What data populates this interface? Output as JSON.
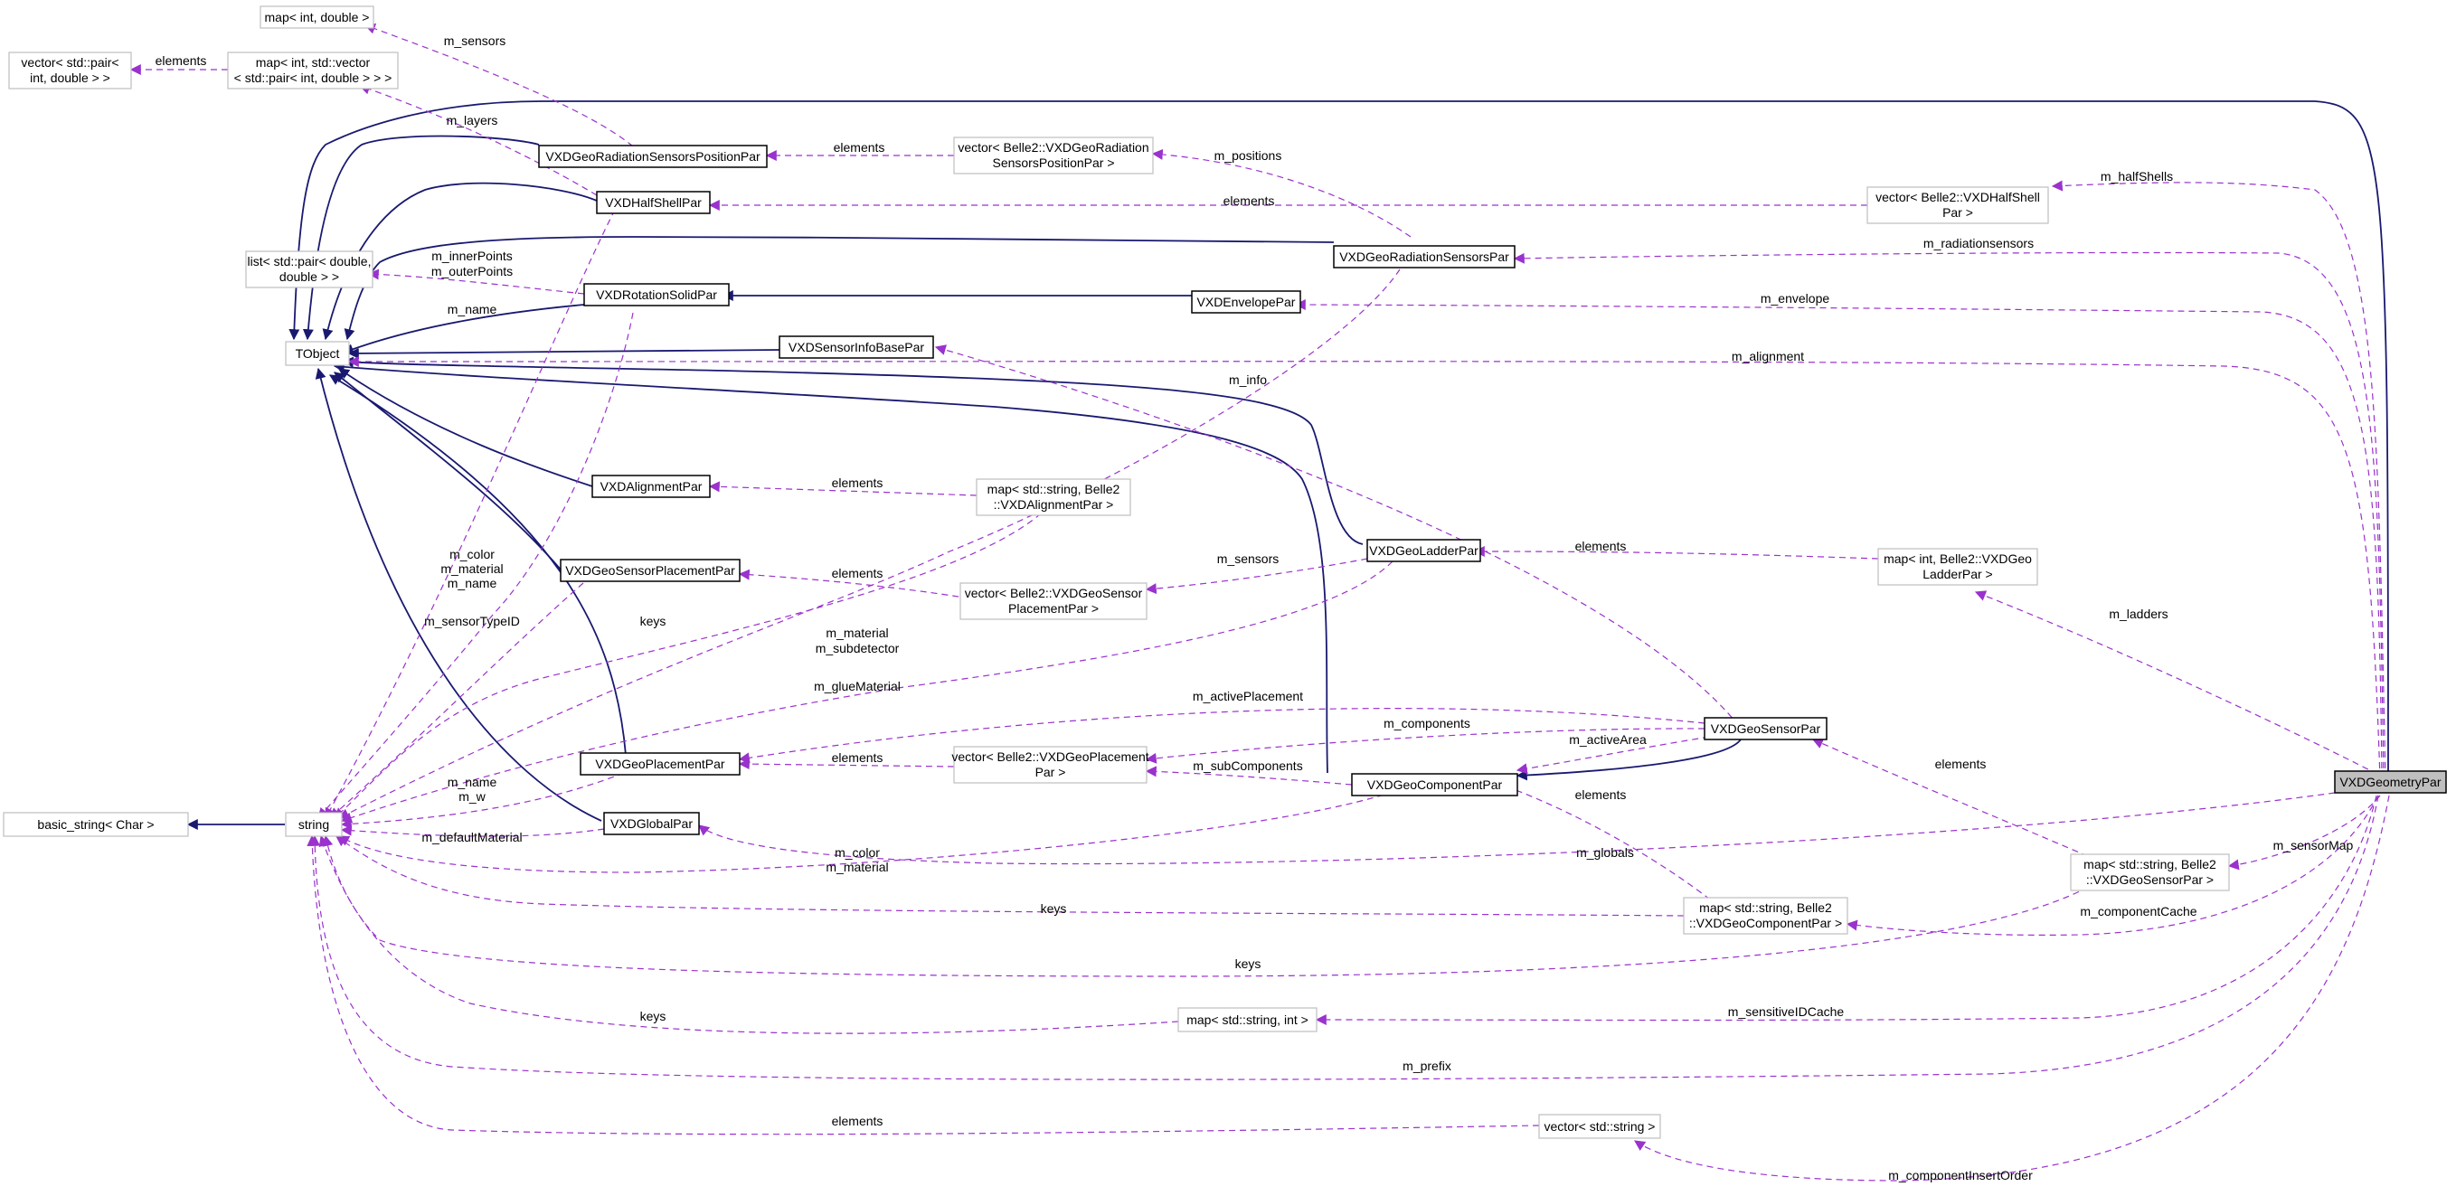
{
  "diagram": {
    "title": "VXDGeometryPar collaboration diagram",
    "colors": {
      "inheritance": "#191970",
      "usage": "#9a32cd",
      "node_border": "#000000",
      "grey_border": "#bfbfbf",
      "selected_fill": "#bfbfbf"
    },
    "nodes": {
      "map_int_double": [
        "map< int, double >"
      ],
      "vec_pair_int_double": [
        "vector< std::pair<",
        "int, double > >"
      ],
      "map_int_vec_pair": [
        "map< int, std::vector",
        "< std::pair< int, double > > >"
      ],
      "rad_sensors_pos_par": [
        "VXDGeoRadiationSensorsPositionPar"
      ],
      "vec_rad_sensors_pos": [
        "vector< Belle2::VXDGeoRadiation",
        "SensorsPositionPar >"
      ],
      "half_shell_par": [
        "VXDHalfShellPar"
      ],
      "vec_half_shell": [
        "vector< Belle2::VXDHalfShell",
        "Par >"
      ],
      "rad_sensors_par": [
        "VXDGeoRadiationSensorsPar"
      ],
      "list_pair_double": [
        "list< std::pair< double,",
        "double > >"
      ],
      "rotation_solid_par": [
        "VXDRotationSolidPar"
      ],
      "envelope_par": [
        "VXDEnvelopePar"
      ],
      "tobject": [
        "TObject"
      ],
      "sensor_info_base_par": [
        "VXDSensorInfoBasePar"
      ],
      "alignment_par": [
        "VXDAlignmentPar"
      ],
      "map_str_alignment": [
        "map< std::string, Belle2",
        "::VXDAlignmentPar >"
      ],
      "sensor_placement_par": [
        "VXDGeoSensorPlacementPar"
      ],
      "ladder_par": [
        "VXDGeoLadderPar"
      ],
      "vec_sensor_placement": [
        "vector< Belle2::VXDGeoSensor",
        "PlacementPar >"
      ],
      "map_int_ladder": [
        "map< int, Belle2::VXDGeo",
        "LadderPar >"
      ],
      "sensor_par": [
        "VXDGeoSensorPar"
      ],
      "placement_par": [
        "VXDGeoPlacementPar"
      ],
      "vec_placement": [
        "vector< Belle2::VXDGeoPlacement",
        "Par >"
      ],
      "component_par": [
        "VXDGeoComponentPar"
      ],
      "geometry_par": [
        "VXDGeometryPar"
      ],
      "basic_string": [
        "basic_string< Char >"
      ],
      "string": [
        "string"
      ],
      "global_par": [
        "VXDGlobalPar"
      ],
      "map_str_sensor": [
        "map< std::string, Belle2",
        "::VXDGeoSensorPar >"
      ],
      "map_str_component": [
        "map< std::string, Belle2",
        "::VXDGeoComponentPar >"
      ],
      "map_str_int": [
        "map< std::string, int >"
      ],
      "vec_string": [
        "vector< std::string >"
      ]
    },
    "edge_labels": {
      "m_sensors_top": "m_sensors",
      "elements_pair": "elements",
      "m_layers": "m_layers",
      "elements_radpos": "elements",
      "m_positions": "m_positions",
      "elements_halfshell": "elements",
      "m_halfShells": "m_halfShells",
      "m_radiationsensors": "m_radiationsensors",
      "m_innerPoints": "m_innerPoints",
      "m_outerPoints": "m_outerPoints",
      "m_name_rot": "m_name",
      "m_envelope": "m_envelope",
      "m_alignment": "m_alignment",
      "m_info": "m_info",
      "elements_align": "elements",
      "elements_ladder": "elements",
      "m_ladders": "m_ladders",
      "elements_sensplace": "elements",
      "m_sensors_mid": "m_sensors",
      "m_color1": "m_color",
      "m_material1": "m_material",
      "m_name1": "m_name",
      "m_sensorTypeID": "m_sensorTypeID",
      "keys_align": "keys",
      "m_material2": "m_material",
      "m_subdetector": "m_subdetector",
      "m_glueMaterial": "m_glueMaterial",
      "m_activePlacement": "m_activePlacement",
      "m_components": "m_components",
      "m_activeArea": "m_activeArea",
      "elements_place": "elements",
      "m_subComponents": "m_subComponents",
      "elements_sensor": "elements",
      "m_name_place": "m_name",
      "m_w": "m_w",
      "m_defaultMaterial": "m_defaultMaterial",
      "m_color2": "m_color",
      "m_material3": "m_material",
      "m_globals": "m_globals",
      "m_sensorMap": "m_sensorMap",
      "elements_comp": "elements",
      "keys_comp": "keys",
      "m_componentCache": "m_componentCache",
      "keys_sensor": "keys",
      "keys_int": "keys",
      "m_sensitiveIDCache": "m_sensitiveIDCache",
      "m_prefix": "m_prefix",
      "elements_vecstr": "elements",
      "m_componentInsertOrder": "m_componentInsertOrder"
    }
  }
}
